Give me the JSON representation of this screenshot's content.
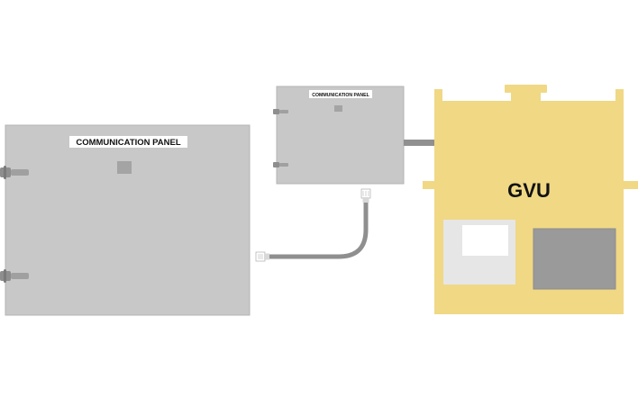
{
  "panels": {
    "large": {
      "label": "COMMUNICATION PANEL"
    },
    "small": {
      "label": "COMMUNICATION PANEL"
    }
  },
  "gvu": {
    "label": "GVU"
  },
  "colors": {
    "panel_gray": "#c8c8c8",
    "panel_border": "#b4b4b4",
    "module_gray": "#a4a4a4",
    "hinge_gray": "#8e8e8e",
    "gvu_yellow": "#f0d885",
    "gvu_screen_frame": "#e6e6e6",
    "gvu_screen": "#ffffff",
    "gvu_dark_panel": "#9a9a9a",
    "cable_gray": "#8f8f8f",
    "connector": "#ffffff"
  }
}
